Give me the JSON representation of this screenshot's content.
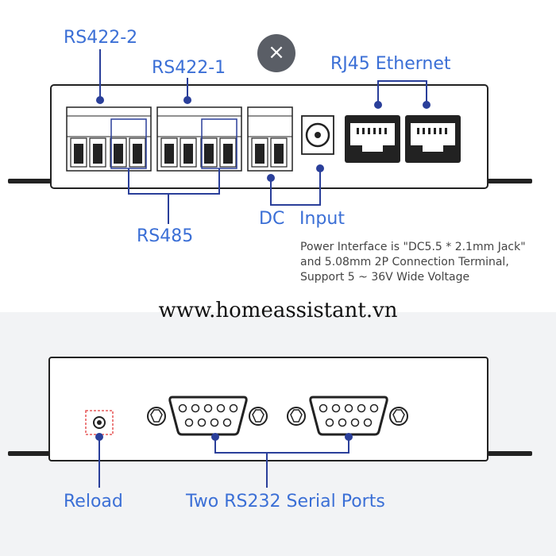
{
  "labels": {
    "rs422_2": "RS422-2",
    "rs422_1": "RS422-1",
    "rj45": "RJ45 Ethernet",
    "rs485": "RS485",
    "dc": "DC",
    "input": "Input",
    "reload": "Reload",
    "rs232": "Two RS232 Serial Ports"
  },
  "note": {
    "line1": "Power Interface is \"DC5.5 * 2.1mm Jack\"",
    "line2": "and 5.08mm 2P Connection Terminal,",
    "line3": "Support 5 ~ 36V Wide Voltage"
  },
  "website": "www.homeassistant.vn",
  "close_icon_glyph": "×",
  "colors": {
    "label_blue": "#3b6fd6",
    "callout_line": "#2a3f9a",
    "reload_box": "#e23b3b"
  }
}
